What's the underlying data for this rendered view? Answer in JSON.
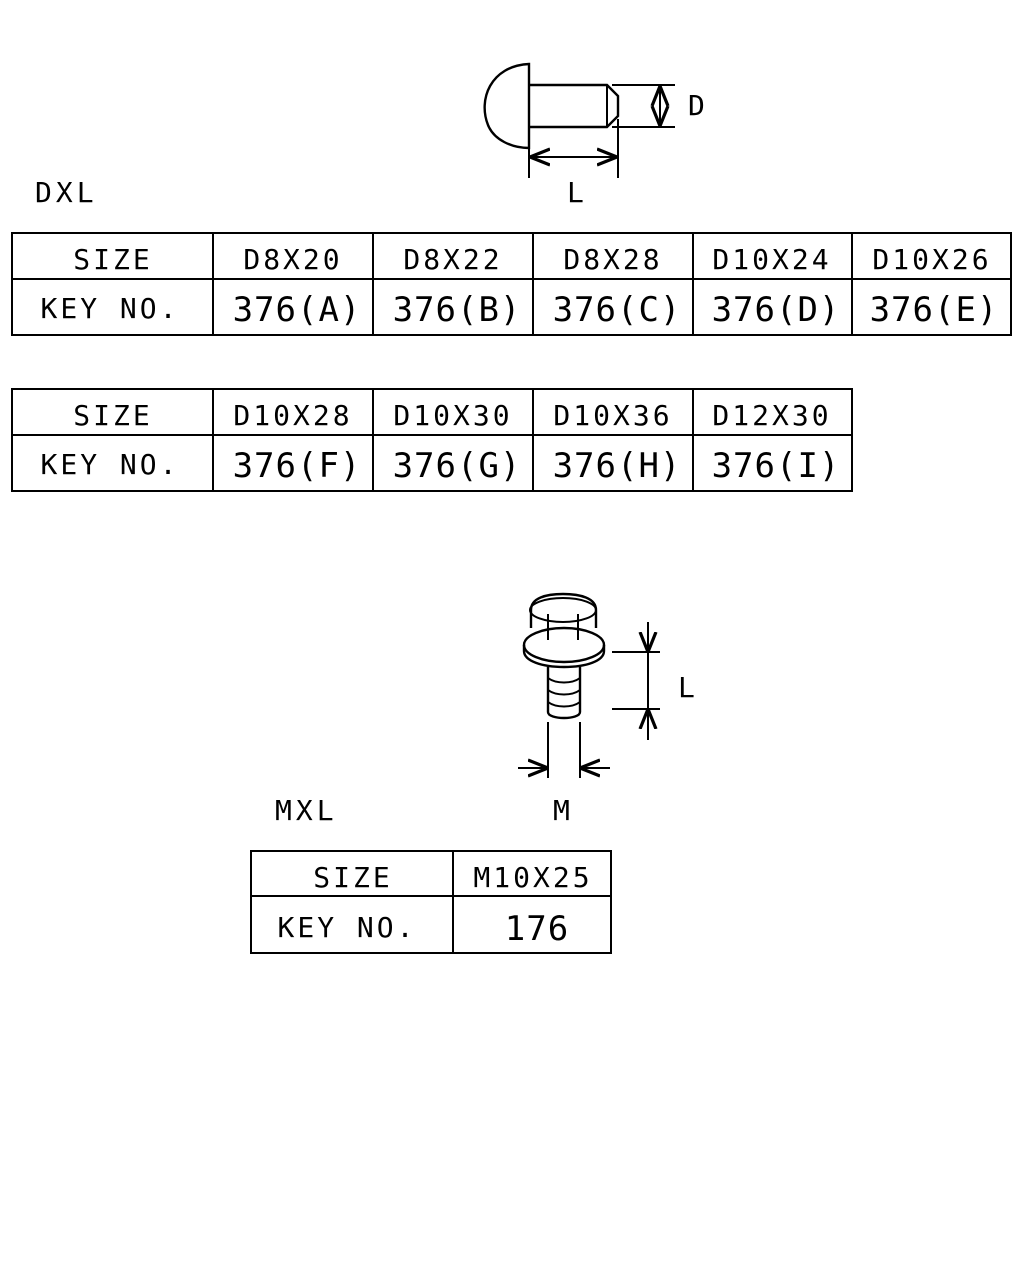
{
  "rivet": {
    "caption": "DXL",
    "dim_diameter": "D",
    "dim_length": "L"
  },
  "bolt": {
    "caption": "MXL",
    "dim_length": "L",
    "dim_thread": "M"
  },
  "table1": {
    "row_size_label": "SIZE",
    "row_key_label": "KEY NO.",
    "sizes": [
      "D8X20",
      "D8X22",
      "D8X28",
      "D10X24",
      "D10X26"
    ],
    "keys": [
      "376(A)",
      "376(B)",
      "376(C)",
      "376(D)",
      "376(E)"
    ]
  },
  "table2": {
    "row_size_label": "SIZE",
    "row_key_label": "KEY NO.",
    "sizes": [
      "D10X28",
      "D10X30",
      "D10X36",
      "D12X30"
    ],
    "keys": [
      "376(F)",
      "376(G)",
      "376(H)",
      "376(I)"
    ]
  },
  "table3": {
    "row_size_label": "SIZE",
    "row_key_label": "KEY NO.",
    "sizes": [
      "M10X25"
    ],
    "keys": [
      "176"
    ]
  }
}
